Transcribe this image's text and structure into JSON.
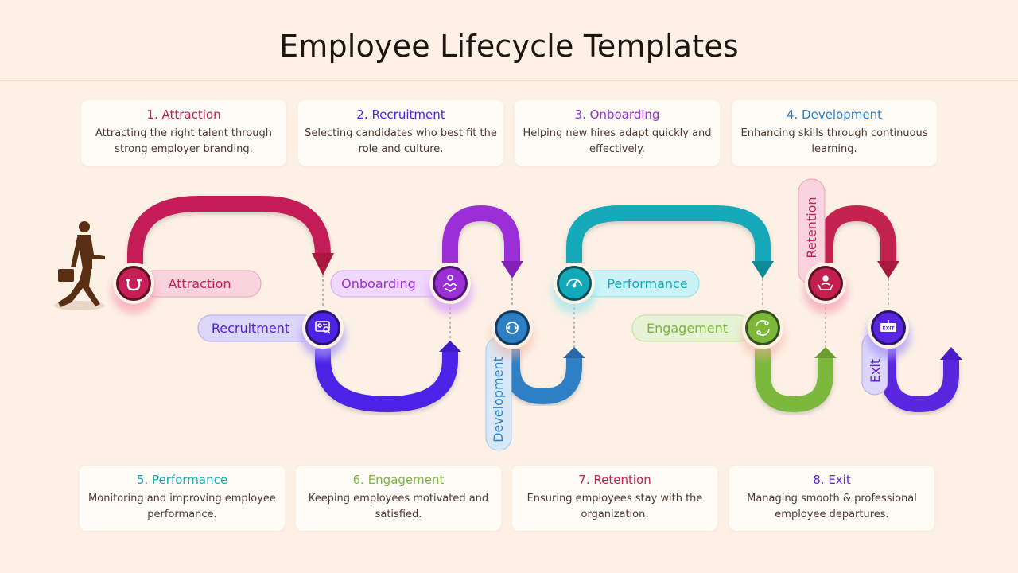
{
  "title": "Employee Lifecycle Templates",
  "colors": {
    "background": "#fdf1e6",
    "attraction": "#c41f56",
    "recruitment": "#4b22e6",
    "onboarding": "#9b2fd6",
    "development": "#2d7fc4",
    "performance": "#14a9b9",
    "engagement": "#7bb83a",
    "retention": "#c4204f",
    "exit": "#5a25e0"
  },
  "cards": [
    {
      "title": "1. Attraction",
      "desc": "Attracting the right talent through strong employer branding.",
      "color": "#c41f56"
    },
    {
      "title": "2. Recruitment",
      "desc": "Selecting candidates who best fit the role and culture.",
      "color": "#4b22e6"
    },
    {
      "title": "3. Onboarding",
      "desc": "Helping new hires adapt quickly and effectively.",
      "color": "#9b2fd6"
    },
    {
      "title": "4. Development",
      "desc": "Enhancing skills through continuous learning.",
      "color": "#2d7fc4"
    },
    {
      "title": "5. Performance",
      "desc": "Monitoring and improving employee performance.",
      "color": "#14a9b9"
    },
    {
      "title": "6. Engagement",
      "desc": "Keeping employees motivated and satisfied.",
      "color": "#7bb83a"
    },
    {
      "title": "7. Retention",
      "desc": "Ensuring employees stay with the organization.",
      "color": "#c4204f"
    },
    {
      "title": "8. Exit",
      "desc": "Managing smooth & professional employee departures.",
      "color": "#5a25e0"
    }
  ],
  "stages": {
    "attraction": {
      "label": "Attraction",
      "icon": "magnet-icon"
    },
    "recruitment": {
      "label": "Recruitment",
      "icon": "id-card-search-icon"
    },
    "onboarding": {
      "label": "Onboarding",
      "icon": "handshake-icon"
    },
    "development": {
      "label": "Development",
      "icon": "code-gear-icon"
    },
    "performance": {
      "label": "Performance",
      "icon": "gauge-icon"
    },
    "engagement": {
      "label": "Engagement",
      "icon": "people-cycle-icon"
    },
    "retention": {
      "label": "Retention",
      "icon": "hand-person-icon"
    },
    "exit": {
      "label": "Exit",
      "icon": "exit-sign-icon"
    }
  }
}
